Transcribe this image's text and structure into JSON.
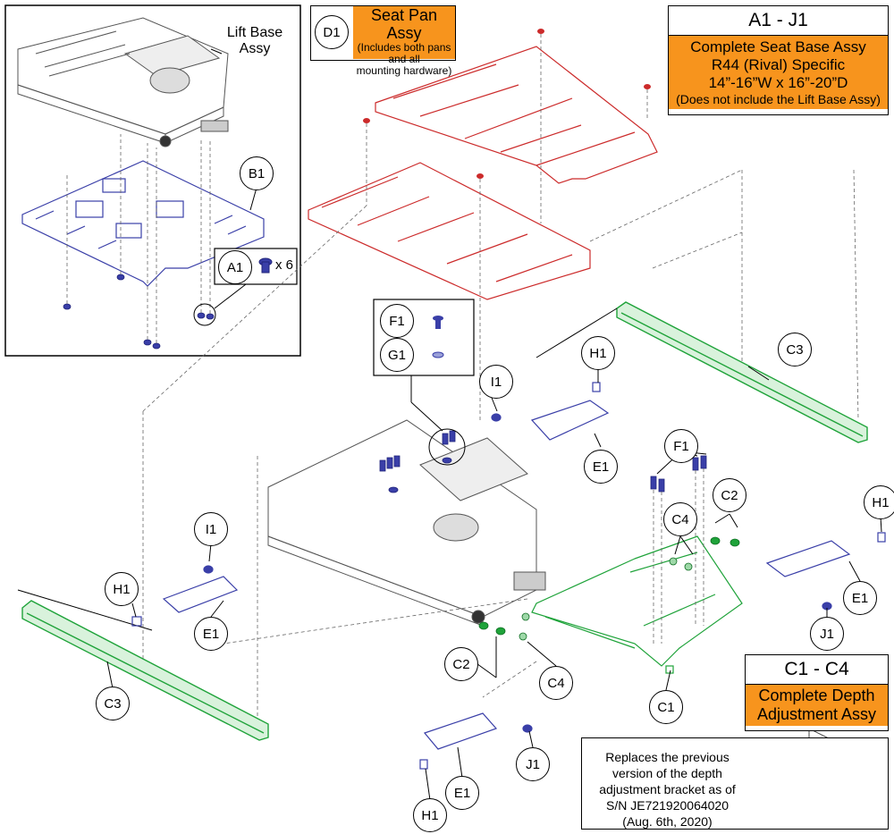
{
  "colors": {
    "red_part": "#cc2b2b",
    "green_part": "#1fa33a",
    "blue_part": "#3a3fa8",
    "orange": "#f7941d",
    "grey_part": "#6b6b6b"
  },
  "top_callout": {
    "range": "A1 - J1",
    "lines": [
      "Complete Seat Base Assy",
      "R44 (Rival) Specific",
      "14”-16”W x 16”-20”D"
    ],
    "note": "(Does not include the Lift Base Assy)"
  },
  "depth_callout": {
    "range": "C1 - C4",
    "lines": [
      "Complete Depth",
      "Adjustment Assy"
    ]
  },
  "seat_pan": {
    "id": "D1",
    "title": "Seat Pan Assy",
    "note_lines": [
      "(Includes both pans",
      "and all",
      "mounting hardware)"
    ]
  },
  "lift_base": {
    "label_lines": [
      "Lift Base",
      "Assy"
    ]
  },
  "a1_qty": "x 6",
  "replacement_note": {
    "lines": [
      "Replaces the previous",
      "version of the depth",
      "adjustment bracket as of",
      "S/N JE721920064020",
      "(Aug. 6th, 2020)"
    ]
  },
  "labels": {
    "b1": "B1",
    "a1": "A1",
    "f1_top": "F1",
    "g1": "G1",
    "i1_mid": "I1",
    "h1_top": "H1",
    "c3_right": "C3",
    "e1_mid": "E1",
    "f1_right": "F1",
    "c2_right": "C2",
    "c4_right": "C4",
    "h1_right": "H1",
    "e1_right": "E1",
    "j1_right": "J1",
    "i1_left": "I1",
    "h1_left": "H1",
    "e1_left": "E1",
    "c3_left": "C3",
    "c2_left": "C2",
    "c4_left": "C4",
    "c1": "C1",
    "h1_bottom": "H1",
    "e1_bottom": "E1",
    "j1_bottom": "J1"
  }
}
